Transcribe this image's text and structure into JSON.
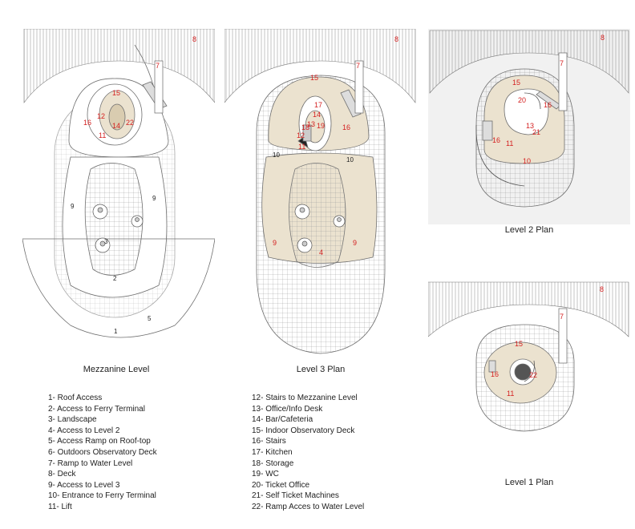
{
  "colors": {
    "floor": "#ebe2cf",
    "line": "#6f6f6f",
    "callout": "#d42020",
    "panel_bg": "#f1f1f1"
  },
  "captions": {
    "mezzanine": "Mezzanine Level",
    "level3": "Level 3 Plan",
    "level2": "Level 2 Plan",
    "level1": "Level 1 Plan"
  },
  "callouts": {
    "n1": "1",
    "n2": "2",
    "n3": "3",
    "n4": "4",
    "n5": "5",
    "n7": "7",
    "n8": "8",
    "n9": "9",
    "n10": "10",
    "n11": "11",
    "n12": "12",
    "n13": "13",
    "n14": "14",
    "n15": "15",
    "n16": "16",
    "n17": "17",
    "n18": "18",
    "n19": "19",
    "n20": "20",
    "n21": "21",
    "n22": "22"
  },
  "legend_left": [
    "1- Roof Access",
    "2- Access to Ferry Terminal",
    "3- Landscape",
    "4- Access to Level 2",
    "5- Access Ramp on Roof-top",
    "6- Outdoors Observatory Deck",
    "7- Ramp to Water Level",
    "8- Deck",
    "9- Access to Level 3",
    "10- Entrance to Ferry Terminal",
    "11- Lift"
  ],
  "legend_right": [
    "12- Stairs to Mezzanine Level",
    "13- Office/Info Desk",
    "14- Bar/Cafeteria",
    "15- Indoor Observatory Deck",
    "16- Stairs",
    "17- Kitchen",
    "18- Storage",
    "19- WC",
    "20- Ticket Office",
    "21- Self Ticket Machines",
    "22- Ramp Acces to Water Level"
  ]
}
